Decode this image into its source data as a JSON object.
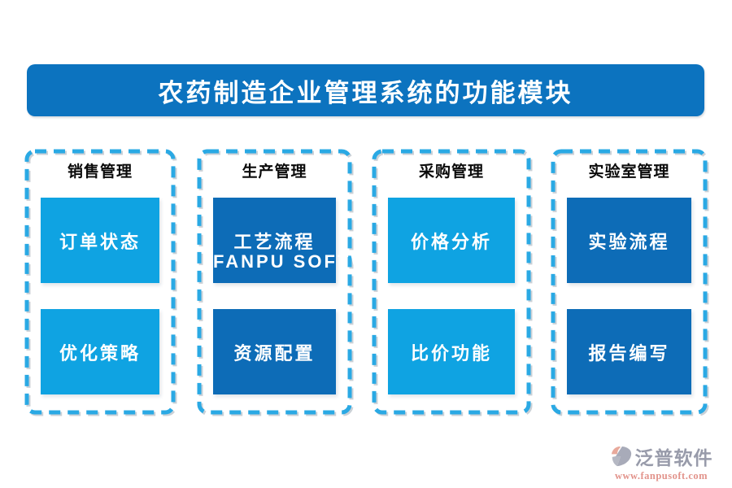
{
  "title": {
    "text": "农药制造企业管理系统的功能模块"
  },
  "colors": {
    "banner_bg": "#0C73BF",
    "light_box": "#0FA3E2",
    "dark_box": "#0D6CB7",
    "dashed_border": "#2AA9E4",
    "box_text": "#FFFFFF",
    "header_text": "#0A0A0A",
    "logo_text": "#989BAA",
    "logo_url": "#E2938B"
  },
  "columns": [
    {
      "header": "销售管理",
      "tone": "light",
      "items": [
        "订单状态",
        "优化策略"
      ]
    },
    {
      "header": "生产管理",
      "tone": "dark",
      "items": [
        "工艺流程",
        "资源配置"
      ]
    },
    {
      "header": "采购管理",
      "tone": "light",
      "items": [
        "价格分析",
        "比价功能"
      ]
    },
    {
      "header": "实验室管理",
      "tone": "dark",
      "items": [
        "实验流程",
        "报告编写"
      ]
    }
  ],
  "watermark": {
    "text": "FANPU SOFTWARE"
  },
  "footer": {
    "brand": "泛普软件",
    "url": "www.fanpusoft.com",
    "logo_icon": "fanpu-logo"
  }
}
